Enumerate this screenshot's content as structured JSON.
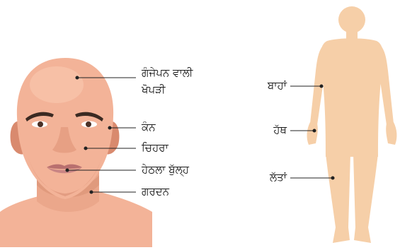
{
  "head_labels": {
    "bald_skull": [
      "ਗੰਜੇਪਨ ਵਾਲੀ",
      "ਖੋਪੜੀ"
    ],
    "ear": "ਕੰਨ",
    "face": "ਚਿਹਰਾ",
    "lower_lip": "ਹੇਠਲਾ ਬੁੱਲ੍ਹ",
    "neck": "ਗਰਦਨ"
  },
  "body_labels": {
    "arms": "ਬਾਹਾਂ",
    "hand": "ਹੱਥ",
    "legs": "ਲੱਤਾਂ"
  },
  "colors": {
    "skin": "#f3b398",
    "skin_shadow": "#e39d82",
    "skin_highlight": "#f8c3aa",
    "ear": "#d98a6e",
    "lips": "#c98584",
    "hair_brow": "#3b2a22",
    "body": "#f6cfa8",
    "leader_line": "#222222"
  },
  "icons": [
    "head-illustration",
    "body-silhouette"
  ]
}
